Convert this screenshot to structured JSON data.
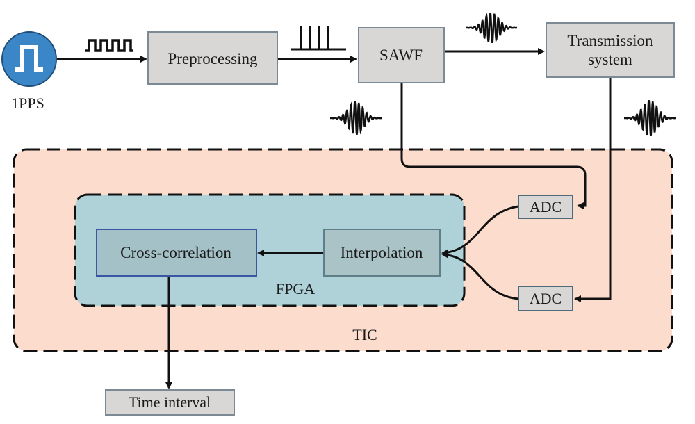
{
  "source": {
    "label": "1PPS",
    "icon": "pulse-icon"
  },
  "blocks": {
    "preprocessing": "Preprocessing",
    "sawf": "SAWF",
    "transmission_line1": "Transmission",
    "transmission_line2": "system",
    "adc_top": "ADC",
    "adc_bottom": "ADC",
    "interpolation": "Interpolation",
    "cross_correlation": "Cross-correlation",
    "time_interval": "Time interval"
  },
  "regions": {
    "fpga": "FPGA",
    "tic": "TIC"
  },
  "colors": {
    "block_fill": "#d9d6d6",
    "block_stroke": "#7b8a95",
    "tic_fill": "#fbdccd",
    "fpga_fill": "#aed2d8",
    "cross_corr_fill": "#a4c1c7",
    "cross_corr_stroke": "#3a55a4",
    "source_fill": "#3b86c7",
    "line": "#111111"
  },
  "waveforms": [
    "pulse-train-icon",
    "pulse-comb-icon",
    "wave-packet-icon",
    "wave-packet-icon",
    "wave-packet-icon"
  ]
}
